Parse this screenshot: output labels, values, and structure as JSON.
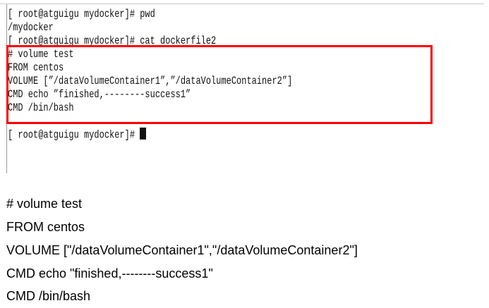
{
  "terminal": {
    "lines": [
      "[ root@atguigu mydocker]# pwd",
      "/mydocker",
      "[ root@atguigu mydocker]# cat dockerfile2",
      "# volume test",
      "FROM centos",
      "VOLUME [”/dataVolumeContainer1”,”/dataVolumeContainer2”]",
      "CMD echo ”finished,--------success1”",
      "CMD /bin/bash"
    ],
    "prompt": "[ root@atguigu mydocker]# ",
    "highlight_color": "#ff0000"
  },
  "plain_text": {
    "lines": [
      "# volume test",
      "FROM centos",
      "VOLUME [\"/dataVolumeContainer1\",\"/dataVolumeContainer2\"]",
      "CMD echo \"finished,--------success1\"",
      "CMD /bin/bash"
    ]
  }
}
